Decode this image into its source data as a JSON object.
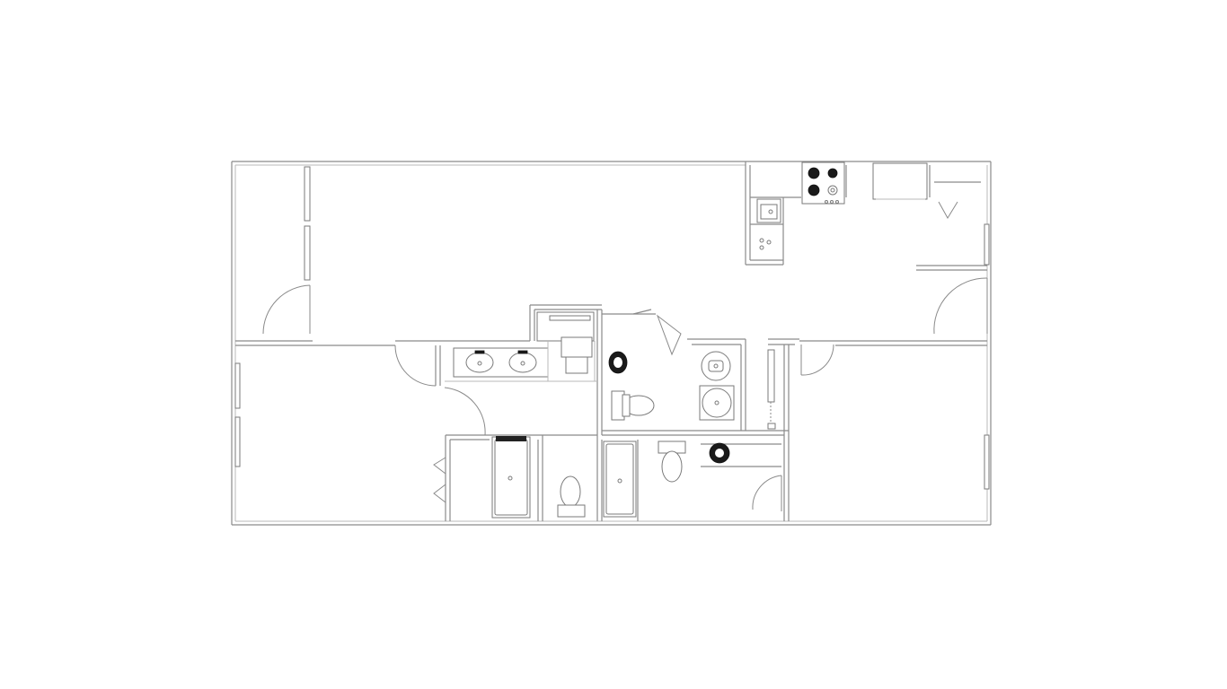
{
  "drawing": {
    "type": "floor-plan",
    "background_color": "#ffffff",
    "line_color": "#8a8a8a",
    "fixtures": [
      "double-vanity-sinks",
      "toilet-left-bath",
      "bathtub-left-bath",
      "pedestal-sink-center-bath",
      "toilet-center-bath",
      "bathtub-lower-bath",
      "toilet-lower-bath",
      "sink-lower-bath",
      "cooktop",
      "kitchen-sink",
      "refrigerator",
      "washer",
      "dryer"
    ]
  }
}
